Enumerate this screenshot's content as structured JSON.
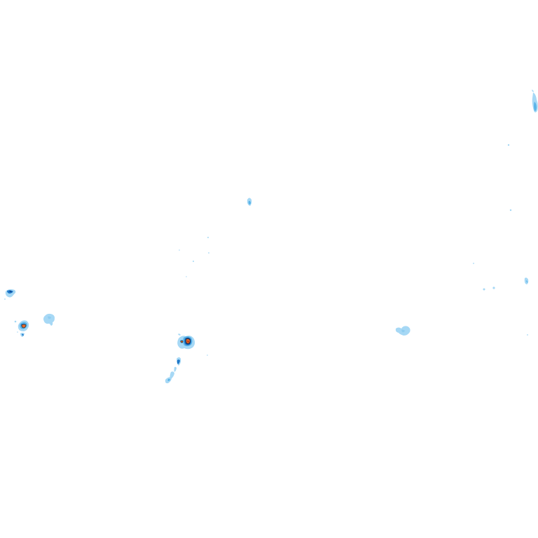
{
  "map": {
    "background_color": "#ffffff",
    "palette": {
      "light_rain": "#a6d8f5",
      "moderate_rain": "#5ab4e8",
      "heavy_rain": "#1f78c8",
      "very_heavy_rain": "#0a3d8a",
      "intense": "#e8682a",
      "intense_core": "#c43c12",
      "outline": "#3a3a3a"
    },
    "echo_intensity_levels": [
      "light_rain",
      "moderate_rain",
      "heavy_rain",
      "very_heavy_rain",
      "intense"
    ]
  }
}
